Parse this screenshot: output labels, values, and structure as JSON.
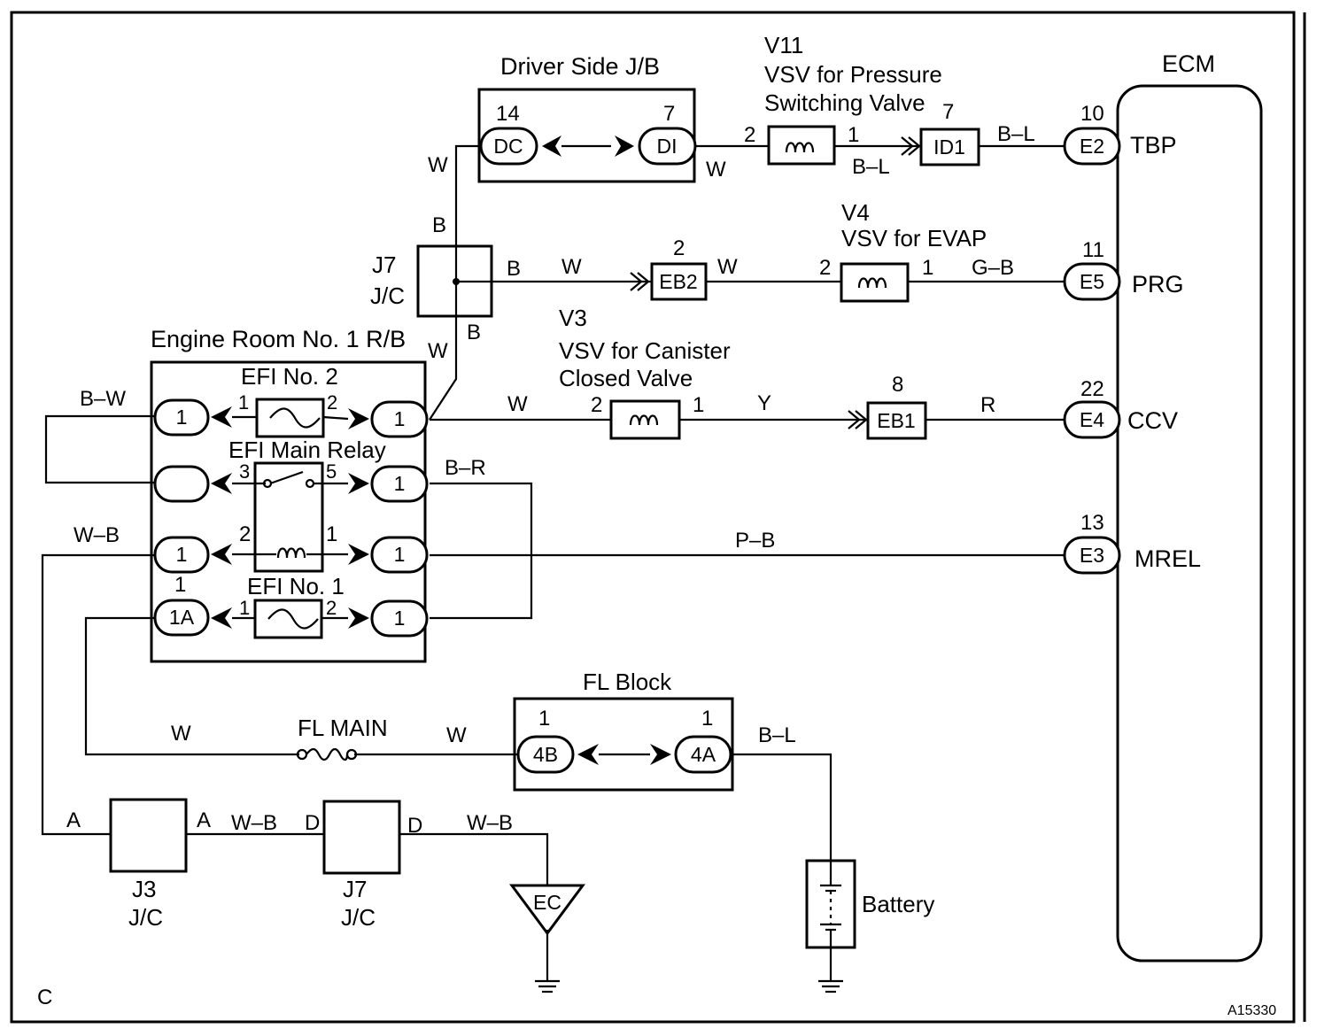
{
  "figure_code": "C",
  "figure_number": "A15330",
  "ecm": {
    "title": "ECM",
    "terminals": [
      {
        "pin": "10",
        "code": "E2",
        "signal": "TBP"
      },
      {
        "pin": "11",
        "code": "E5",
        "signal": "PRG"
      },
      {
        "pin": "22",
        "code": "E4",
        "signal": "CCV"
      },
      {
        "pin": "13",
        "code": "E3",
        "signal": "MREL"
      }
    ]
  },
  "driver_jb": {
    "title": "Driver Side J/B",
    "left_pin": "14",
    "left_code": "DC",
    "right_pin": "7",
    "right_code": "DI"
  },
  "v11": {
    "code": "V11",
    "line1": "VSV for Pressure",
    "line2": "Switching Valve",
    "pin_left": "2",
    "pin_right": "1"
  },
  "v4": {
    "code": "V4",
    "line1": "VSV for EVAP",
    "pin_left": "2",
    "pin_right": "1"
  },
  "v3": {
    "code": "V3",
    "line1": "VSV for Canister",
    "line2": "Closed Valve",
    "pin_left": "2",
    "pin_right": "1"
  },
  "connectors": {
    "id1": {
      "pin": "7",
      "code": "ID1"
    },
    "eb2": {
      "pin": "2",
      "code": "EB2"
    },
    "eb1": {
      "pin": "8",
      "code": "EB1"
    }
  },
  "j7_top": {
    "line1": "J7",
    "line2": "J/C",
    "top": "B",
    "right": "B",
    "bottom": "B"
  },
  "relay_block": {
    "title": "Engine Room No. 1 R/B",
    "efi2": "EFI No. 2",
    "relay": "EFI Main Relay",
    "efi1": "EFI No. 1",
    "conn_one": "1",
    "conn_1a": "1A",
    "pins": {
      "efi2_l": "1",
      "efi2_r": "2",
      "relay_sw_l": "3",
      "relay_sw_r": "5",
      "relay_coil_l": "2",
      "relay_coil_r": "1",
      "efi1_l": "1",
      "efi1_r": "2",
      "conn_1a_top": "1"
    }
  },
  "fl_block": {
    "title": "FL Block",
    "left_pin": "1",
    "left_code": "4B",
    "right_pin": "1",
    "right_code": "4A"
  },
  "fl_main": "FL MAIN",
  "j3": {
    "line1": "J3",
    "line2": "J/C",
    "left": "A",
    "right": "A"
  },
  "j7_bottom": {
    "line1": "J7",
    "line2": "J/C",
    "left": "D",
    "right": "D"
  },
  "ground": "EC",
  "battery": "Battery",
  "wires": {
    "w": "W",
    "bl": "B–L",
    "gb": "G–B",
    "y": "Y",
    "r": "R",
    "bw": "B–W",
    "br": "B–R",
    "wb": "W–B",
    "pb": "P–B"
  }
}
